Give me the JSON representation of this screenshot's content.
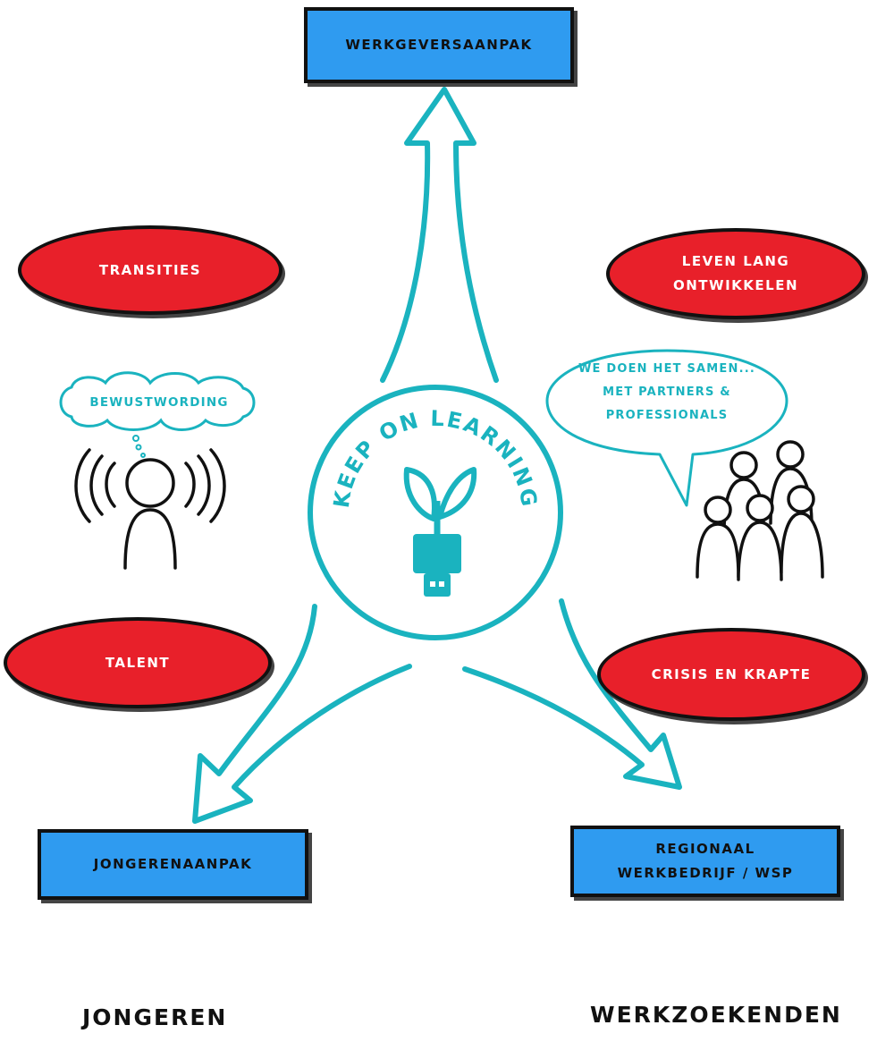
{
  "top_box": {
    "text": "WERKGEVERSAANPAK"
  },
  "left_box": {
    "text": "JONGERENAANPAK"
  },
  "right_box": {
    "lines": [
      "REGIONAAL",
      "WERKBEDRIJF / WSP"
    ]
  },
  "ovals": {
    "transities": "TRANSITIES",
    "leven_lang": [
      "LEVEN LANG",
      "ONTWIKKELEN"
    ],
    "talent": "TALENT",
    "crisis": "CRISIS EN KRAPTE"
  },
  "thought_cloud": {
    "text": "BEWUSTWORDING"
  },
  "speech_bubble": {
    "lines": [
      "WE DOEN HET SAMEN...",
      "MET PARTNERS &",
      "PROFESSIONALS"
    ]
  },
  "center_logo": {
    "text": "KEEP ON LEARNING"
  },
  "bottom_labels": {
    "left": "JONGEREN",
    "right": "WERKZOEKENDEN"
  },
  "colors": {
    "accent": "#1ab3bf",
    "box": "#2f9bf0",
    "oval": "#e8202a",
    "ink": "#111111"
  }
}
